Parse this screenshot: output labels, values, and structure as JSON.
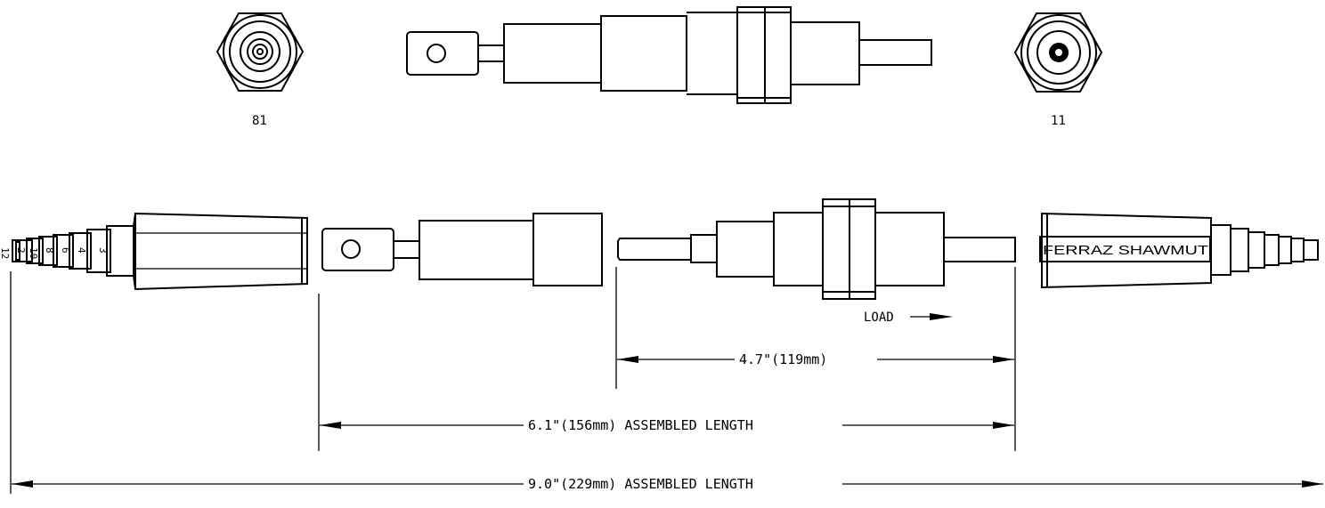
{
  "labels": {
    "end_view_left": "81",
    "end_view_right": "11",
    "brand": "FERRAZ SHAWMUT",
    "load": "LOAD",
    "dim_inner": "4.7\"(119mm)",
    "dim_middle": "6.1\"(156mm) ASSEMBLED LENGTH",
    "dim_overall": "9.0\"(229mm) ASSEMBLED LENGTH",
    "ring_numbers": [
      "2",
      "3",
      "4",
      "6",
      "8",
      "10",
      "12"
    ]
  }
}
